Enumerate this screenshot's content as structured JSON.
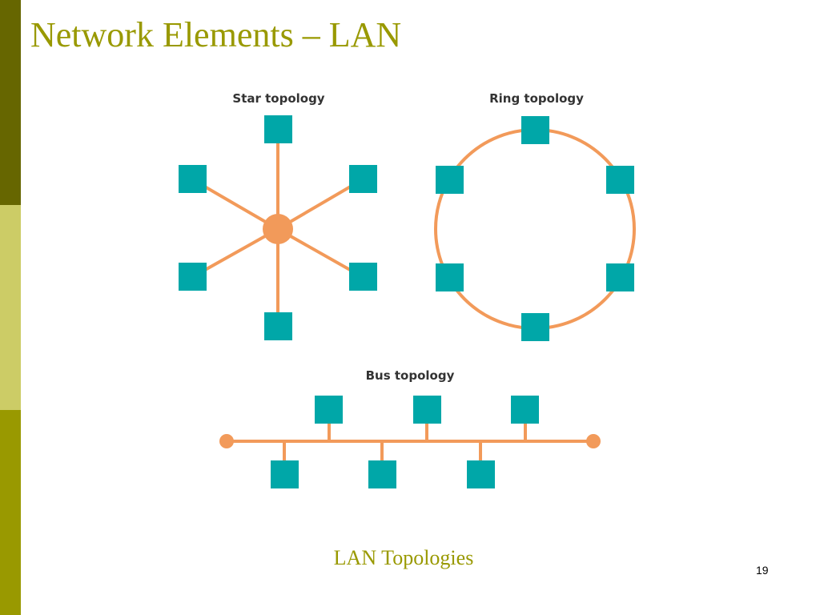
{
  "slide": {
    "title": "Network Elements – LAN",
    "caption": "LAN Topologies",
    "page_number": "19"
  },
  "diagrams": {
    "star": {
      "label": "Star topology"
    },
    "ring": {
      "label": "Ring topology"
    },
    "bus": {
      "label": "Bus topology"
    }
  },
  "colors": {
    "node": "#00a7a8",
    "link": "#f29a5a",
    "hub": "#f29a5a",
    "title": "#999900",
    "sidebar_dark": "#666600",
    "sidebar_light": "#cccc66",
    "sidebar_mid": "#999900"
  }
}
